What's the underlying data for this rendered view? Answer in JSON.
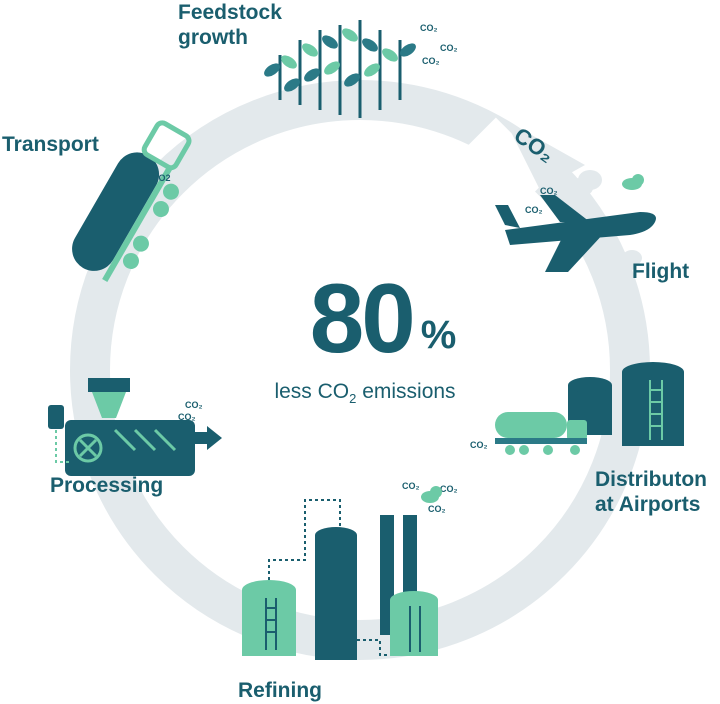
{
  "colors": {
    "dark": "#1a5e6e",
    "mid": "#2b7a87",
    "light": "#6ccaa6",
    "ring": "#e3e9ec",
    "cloud": "#dfe6e9"
  },
  "center": {
    "value": "80",
    "unit": "%",
    "subtitle_pre": "less CO",
    "subtitle_sub": "2",
    "subtitle_post": " emissions"
  },
  "stages": {
    "feedstock": {
      "line1": "Feedstock",
      "line2": "growth"
    },
    "transport": {
      "label": "Transport",
      "co2": "CO2"
    },
    "flight": {
      "label": "Flight"
    },
    "distribution": {
      "line1": "Distributon",
      "line2": "at Airports"
    },
    "refining": {
      "label": "Refining"
    },
    "processing": {
      "label": "Processing"
    }
  },
  "co2_tags": {
    "co2": "CO₂",
    "big_co2": "CO₂"
  }
}
